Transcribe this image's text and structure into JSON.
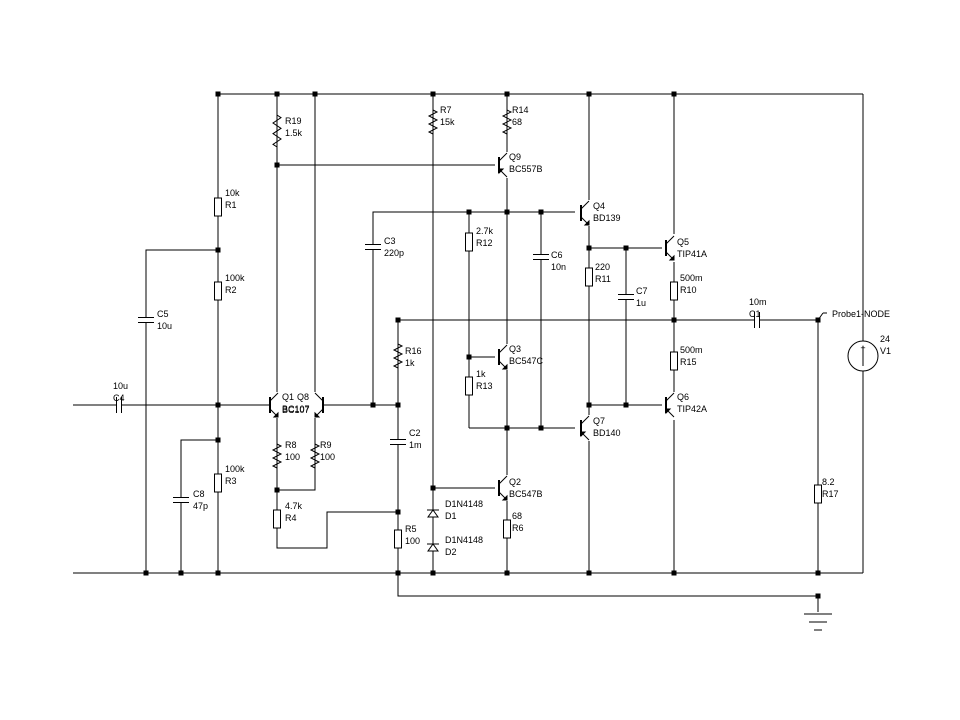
{
  "colors": {
    "wire": "#000000",
    "background": "#ffffff"
  },
  "components": [
    {
      "id": "R19",
      "value": "1.5k",
      "kind": "resistor"
    },
    {
      "id": "R1",
      "value": "10k",
      "kind": "resistor"
    },
    {
      "id": "R2",
      "value": "100k",
      "kind": "resistor"
    },
    {
      "id": "R3",
      "value": "100k",
      "kind": "resistor"
    },
    {
      "id": "R4",
      "value": "4.7k",
      "kind": "resistor"
    },
    {
      "id": "R5",
      "value": "100",
      "kind": "resistor"
    },
    {
      "id": "R6",
      "value": "68",
      "kind": "resistor"
    },
    {
      "id": "R7",
      "value": "15k",
      "kind": "resistor"
    },
    {
      "id": "R8",
      "value": "100",
      "kind": "resistor"
    },
    {
      "id": "R9",
      "value": "100",
      "kind": "resistor"
    },
    {
      "id": "R10",
      "value": "500m",
      "kind": "resistor"
    },
    {
      "id": "R11",
      "value": "220",
      "kind": "resistor"
    },
    {
      "id": "R12",
      "value": "2.7k",
      "kind": "resistor"
    },
    {
      "id": "R13",
      "value": "1k",
      "kind": "resistor"
    },
    {
      "id": "R14",
      "value": "68",
      "kind": "resistor"
    },
    {
      "id": "R15",
      "value": "500m",
      "kind": "resistor"
    },
    {
      "id": "R16",
      "value": "1k",
      "kind": "resistor"
    },
    {
      "id": "R17",
      "value": "8.2",
      "kind": "resistor"
    },
    {
      "id": "C1",
      "value": "10m",
      "kind": "capacitor"
    },
    {
      "id": "C2",
      "value": "1m",
      "kind": "capacitor"
    },
    {
      "id": "C3",
      "value": "220p",
      "kind": "capacitor"
    },
    {
      "id": "C4",
      "value": "10u",
      "kind": "capacitor"
    },
    {
      "id": "C5",
      "value": "10u",
      "kind": "capacitor"
    },
    {
      "id": "C6",
      "value": "10n",
      "kind": "capacitor"
    },
    {
      "id": "C7",
      "value": "1u",
      "kind": "capacitor"
    },
    {
      "id": "C8",
      "value": "47p",
      "kind": "capacitor"
    },
    {
      "id": "Q1",
      "value": "BC107",
      "kind": "npn"
    },
    {
      "id": "Q8",
      "value": "",
      "kind": "npn"
    },
    {
      "id": "Q2",
      "value": "BC547B",
      "kind": "npn"
    },
    {
      "id": "Q3",
      "value": "BC547C",
      "kind": "npn"
    },
    {
      "id": "Q4",
      "value": "BD139",
      "kind": "npn"
    },
    {
      "id": "Q5",
      "value": "TIP41A",
      "kind": "npn"
    },
    {
      "id": "Q6",
      "value": "TIP42A",
      "kind": "pnp"
    },
    {
      "id": "Q7",
      "value": "BD140",
      "kind": "pnp"
    },
    {
      "id": "Q9",
      "value": "BC557B",
      "kind": "pnp"
    },
    {
      "id": "D1",
      "value": "D1N4148",
      "kind": "diode"
    },
    {
      "id": "D2",
      "value": "D1N4148",
      "kind": "diode"
    },
    {
      "id": "V1",
      "value": "24",
      "kind": "dc-source"
    }
  ],
  "probe": {
    "label": "Probe1-NODE"
  },
  "source_polarity": "+"
}
